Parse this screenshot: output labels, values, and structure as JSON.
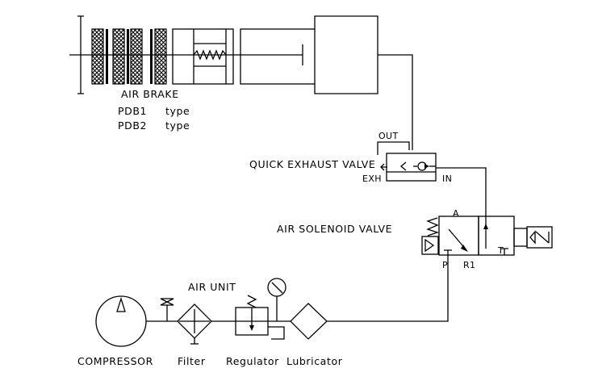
{
  "labels": {
    "air_brake": "AIR  BRAKE",
    "pdb1_model": "PDB1",
    "pdb1_type": "type",
    "pdb2_model": "PDB2",
    "pdb2_type": "type",
    "quick_exhaust_valve": "QUICK  EXHAUST  VALVE",
    "qev_out": "OUT",
    "qev_exh": "EXH",
    "qev_in": "IN",
    "air_solenoid_valve": "AIR  SOLENOID  VALVE",
    "port_a": "A",
    "port_p": "P",
    "port_r1": "R1",
    "port_t": "T",
    "air_unit": "AIR  UNIT",
    "compressor": "COMPRESSOR",
    "filter": "Filter",
    "regulator": "Regulator",
    "lubricator": "Lubricator"
  }
}
